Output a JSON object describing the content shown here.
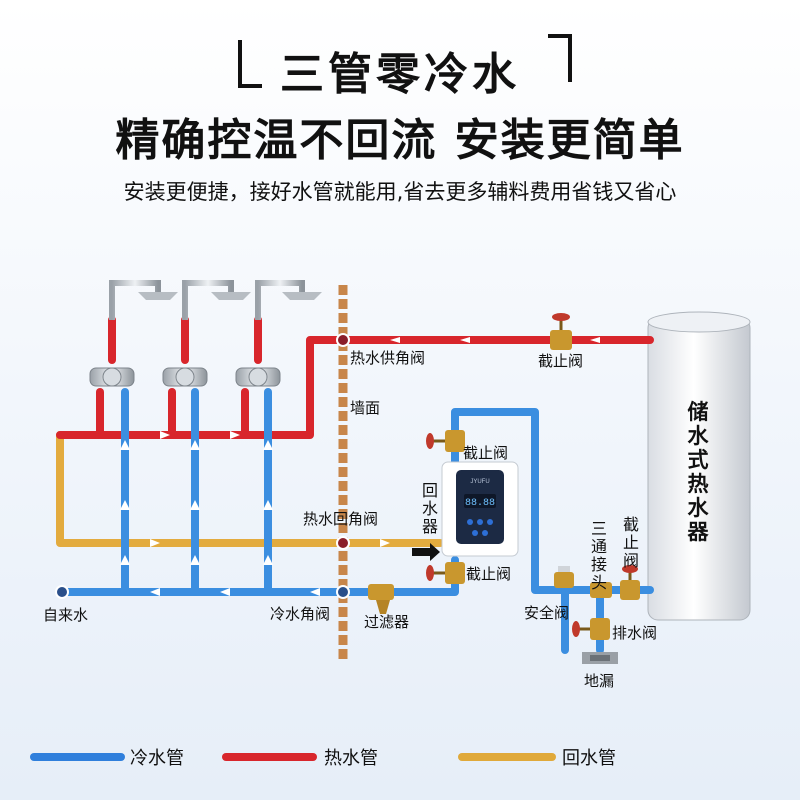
{
  "header": {
    "title": "三管零冷水",
    "subtitle": "精确控温不回流  安装更简单",
    "description": "安装更便捷，接好水管就能用,省去更多辅料费用省钱又省心"
  },
  "labels": {
    "hot_supply_valve": "热水供角阀",
    "stop_valve_top": "截止阀",
    "wall": "墙面",
    "stop_valve_pump_top": "截止阀",
    "return_device": "回水器",
    "hot_return_valve": "热水回角阀",
    "stop_valve_pump_bottom": "截止阀",
    "tee_joint": "三通接头",
    "stop_valve_right": "截止阀",
    "tap_water": "自来水",
    "cold_valve": "冷水角阀",
    "filter": "过滤器",
    "safety_valve": "安全阀",
    "drain_valve": "排水阀",
    "floor_drain": "地漏",
    "heater": "储水式热水器"
  },
  "device": {
    "brand": "JYUFU",
    "display": "88.88"
  },
  "legend": [
    {
      "label": "冷水管",
      "color": "#2f7fdc"
    },
    {
      "label": "热水管",
      "color": "#d8262c"
    },
    {
      "label": "回水管",
      "color": "#e0a93a"
    }
  ],
  "colors": {
    "cold": "#3b8ee0",
    "hot": "#d8262c",
    "return": "#e3ab3e",
    "wall": "#c8864a",
    "valve": "#c0392b",
    "brass": "#c9972e"
  }
}
